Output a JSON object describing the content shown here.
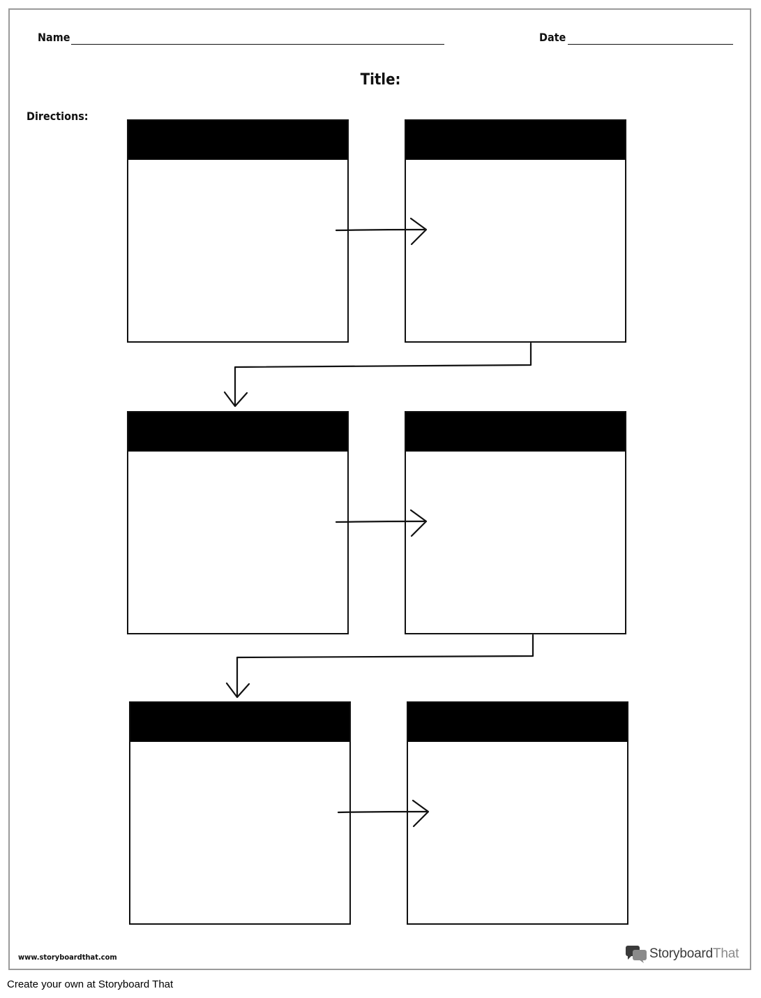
{
  "header": {
    "name_label": "Name",
    "date_label": "Date",
    "title_label": "Title:",
    "directions_label": "Directions:"
  },
  "cells": [
    {
      "heading": "",
      "body": ""
    },
    {
      "heading": "",
      "body": ""
    },
    {
      "heading": "",
      "body": ""
    },
    {
      "heading": "",
      "body": ""
    },
    {
      "heading": "",
      "body": ""
    },
    {
      "heading": "",
      "body": ""
    }
  ],
  "footer": {
    "site_url": "www.storyboardthat.com",
    "brand_main": "Storyboard",
    "brand_light": "That",
    "caption": "Create your own at Storyboard That"
  },
  "colors": {
    "header_fill": "#000000",
    "border": "#111111",
    "frame": "#9a9a9a"
  },
  "icons": [
    "speech-bubbles-logo-icon",
    "arrow-right-icon",
    "arrow-down-icon"
  ]
}
